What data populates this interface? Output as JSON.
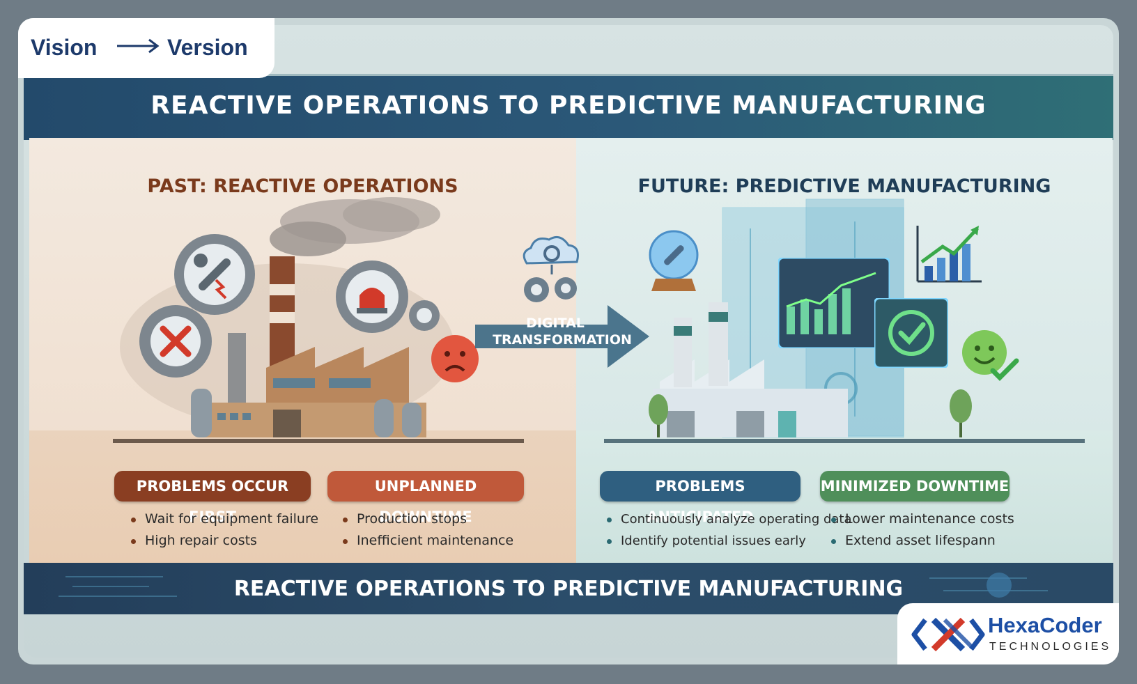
{
  "tab": {
    "from": "Vision",
    "to": "Version"
  },
  "title": "REACTIVE OPERATIONS TO PREDICTIVE MANUFACTURING",
  "past": {
    "heading": "PAST: REACTIVE OPERATIONS",
    "cards": [
      {
        "label": "PROBLEMS OCCUR FIRST",
        "items": [
          "Wait for equipment failure",
          "High repair costs"
        ]
      },
      {
        "label": "UNPLANNED DOWNTIME",
        "items": [
          "Production stops",
          "Inefficient maintenance"
        ]
      }
    ]
  },
  "future": {
    "heading": "FUTURE: PREDICTIVE MANUFACTURING",
    "cards": [
      {
        "label": "PROBLEMS ANTICIPATED",
        "items": [
          "Continuously analyze operating data",
          "Identify potential issues early"
        ]
      },
      {
        "label": "MINIMIZED DOWNTIME",
        "items": [
          "Lower maintenance costs",
          "Extend asset lifespann"
        ]
      }
    ]
  },
  "transition": {
    "line1": "DIGITAL",
    "line2": "TRANSFORMATION"
  },
  "footer": "REACTIVE OPERATIONS TO PREDICTIVE MANUFACTURING",
  "logo": {
    "name": "HexaCoder",
    "sub": "TECHNOLOGIES"
  },
  "colors": {
    "brown_pill": "#8a3e22",
    "orange_pill": "#c0593a",
    "blue_pill": "#2f5f80",
    "green_pill": "#4f8f5a",
    "navy": "#234a6b"
  },
  "icons": [
    "wrench-gear-icon",
    "x-gear-icon",
    "alarm-gear-icon",
    "sad-face-icon",
    "cloud-gear-icon",
    "crystal-ball-icon",
    "growth-chart-icon",
    "check-monitor-icon",
    "happy-face-icon"
  ]
}
